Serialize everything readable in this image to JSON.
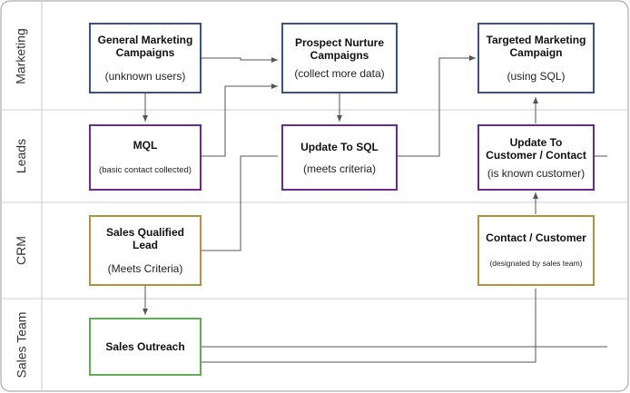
{
  "lanes": [
    "Marketing",
    "Leads",
    "CRM",
    "Sales Team"
  ],
  "nodes": {
    "general_marketing": {
      "title": "General Marketing Campaigns",
      "subtitle": "(unknown users)"
    },
    "prospect_nurture": {
      "title": "Prospect Nurture Campaigns",
      "subtitle": "(collect more data)"
    },
    "targeted_marketing": {
      "title": "Targeted Marketing Campaign",
      "subtitle": "(using SQL)"
    },
    "mql": {
      "title": "MQL",
      "subtitle": "(basic contact collected)"
    },
    "update_sql": {
      "title": "Update To SQL",
      "subtitle": "(meets criteria)"
    },
    "update_customer": {
      "title": "Update To Customer / Contact",
      "subtitle": "(is known customer)"
    },
    "sql_lead": {
      "title": "Sales Qualified Lead",
      "subtitle": "(Meets Criteria)"
    },
    "contact_customer": {
      "title": "Contact / Customer",
      "subtitle": "(designated by sales team)"
    },
    "sales_outreach": {
      "title": "Sales Outreach"
    }
  },
  "colors": {
    "marketing_border": "#3b5288",
    "leads_border": "#6a2b8c",
    "crm_border": "#b4933a",
    "sales_border": "#5fae57",
    "connector": "#555555",
    "lane_divider": "#c8c8c8"
  }
}
